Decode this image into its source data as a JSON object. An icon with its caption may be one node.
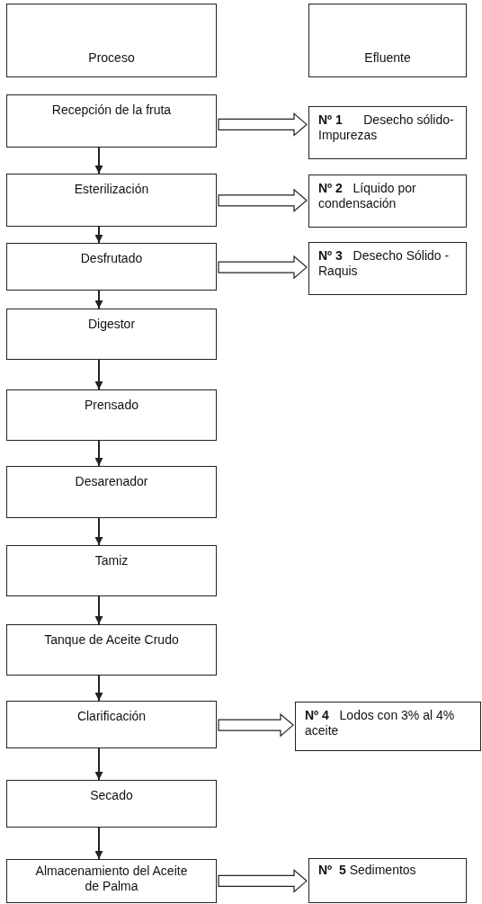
{
  "diagram": {
    "nodes": [
      {
        "text": [
          "Proceso"
        ]
      },
      {
        "text": [
          "Efluente"
        ]
      },
      {
        "text": [
          "Recepción de la fruta"
        ]
      },
      {
        "text": [
          "Esterilización"
        ]
      },
      {
        "text": [
          "Desfrutado"
        ]
      },
      {
        "text": [
          "Digestor"
        ]
      },
      {
        "text": [
          "Prensado"
        ]
      },
      {
        "text": [
          "Desarenador"
        ]
      },
      {
        "text": [
          "Tamiz"
        ]
      },
      {
        "text": [
          "Tanque de Aceite Crudo"
        ]
      },
      {
        "text": [
          "Clarificación"
        ]
      },
      {
        "text": [
          "Secado"
        ]
      },
      {
        "text": [
          "Almacenamiento del Aceite de Palma"
        ]
      },
      {
        "text": [
          "**Nº 1**      Desecho sólido- Impurezas"
        ]
      },
      {
        "text": [
          "**Nº 2**   Líquido por condensación"
        ]
      },
      {
        "text": [
          "**Nº 3**   Desecho Sólido - Raquis"
        ]
      },
      {
        "text": [
          "**Nº 4**   Lodos con 3% al 4% aceite"
        ]
      },
      {
        "text": [
          "**Nº  5** Sedimentos"
        ]
      }
    ],
    "edges": [
      {
        "from": 2,
        "to": 3,
        "arrow": "to"
      },
      {
        "from": 3,
        "to": 4,
        "arrow": "to"
      },
      {
        "from": 4,
        "to": 5,
        "arrow": "to"
      },
      {
        "from": 5,
        "to": 6,
        "arrow": "to"
      },
      {
        "from": 6,
        "to": 7,
        "arrow": "to"
      },
      {
        "from": 7,
        "to": 8,
        "arrow": "to"
      },
      {
        "from": 8,
        "to": 9,
        "arrow": "to"
      },
      {
        "from": 9,
        "to": 10,
        "arrow": "to"
      },
      {
        "from": 10,
        "to": 11,
        "arrow": "to"
      },
      {
        "from": 11,
        "to": 12,
        "arrow": "to"
      },
      {
        "from": 2,
        "to": 13,
        "arrow": "to",
        "style": "thick"
      },
      {
        "from": 3,
        "to": 14,
        "arrow": "to",
        "style": "thick"
      },
      {
        "from": 4,
        "to": 15,
        "arrow": "to",
        "style": "thick"
      },
      {
        "from": 10,
        "to": 16,
        "arrow": "to",
        "style": "thick"
      },
      {
        "from": 12,
        "to": 17,
        "arrow": "to",
        "style": "thick"
      }
    ]
  }
}
